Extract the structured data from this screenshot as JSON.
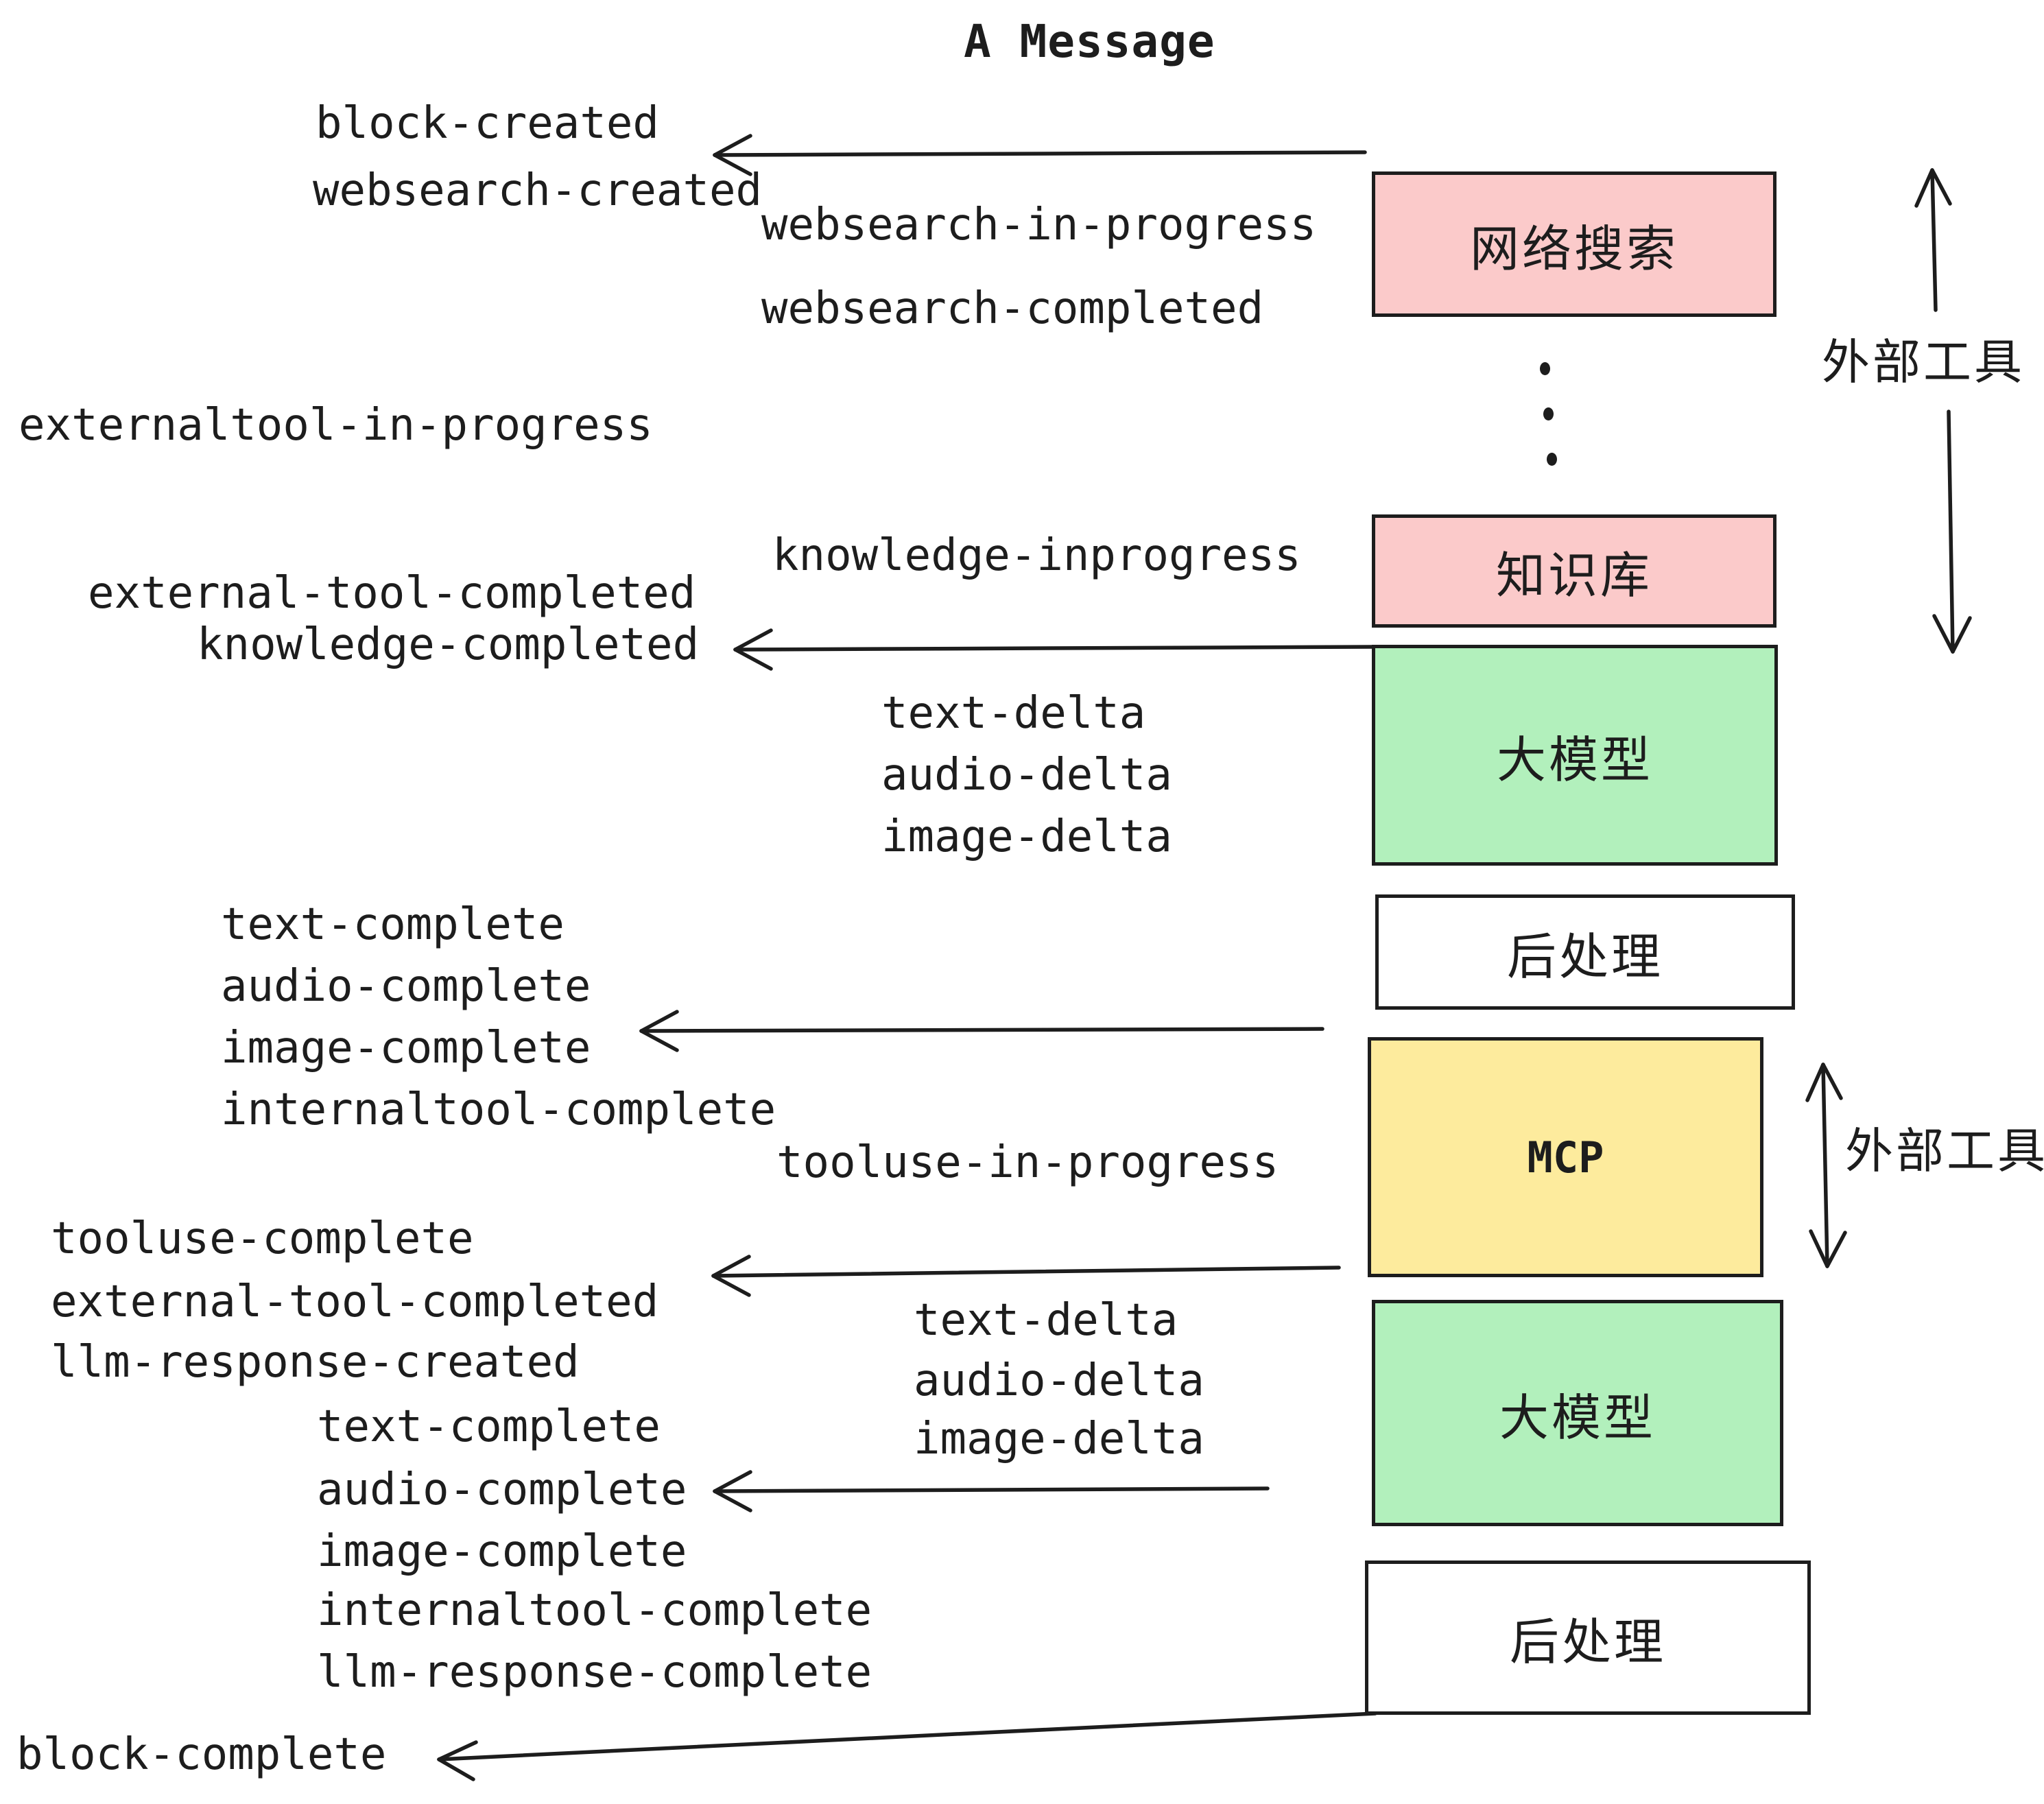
{
  "title": "A Message",
  "colors": {
    "ink": "#1d1d1d",
    "pink": "#fbcaca",
    "green": "#b2f0bc",
    "yellow": "#fdeb9d",
    "white": "#ffffff"
  },
  "pipeline": {
    "boxes": [
      {
        "label": "网络搜索",
        "color": "#fbcaca"
      },
      {
        "label": "知识库",
        "color": "#fbcaca"
      },
      {
        "label": "大模型",
        "color": "#b2f0bc"
      },
      {
        "label": "后处理",
        "color": "#ffffff"
      },
      {
        "label": "MCP",
        "color": "#fdeb9d"
      },
      {
        "label": "大模型",
        "color": "#b2f0bc"
      },
      {
        "label": "后处理",
        "color": "#ffffff"
      }
    ]
  },
  "annotations": {
    "external_tools_top": "外部工具",
    "external_tools_mid": "外部工具"
  },
  "events": {
    "block_created": "block-created",
    "websearch_created": "websearch-created",
    "websearch_in_progress": "websearch-in-progress",
    "websearch_completed": "websearch-completed",
    "externaltool_in_progress": "externaltool-in-progress",
    "knowledge_inprogress": "knowledge-inprogress",
    "external_tool_completed": "external-tool-completed",
    "knowledge_completed": "knowledge-completed",
    "text_delta_1": "text-delta",
    "audio_delta_1": "audio-delta",
    "image_delta_1": "image-delta",
    "text_complete_1": "text-complete",
    "audio_complete_1": "audio-complete",
    "image_complete_1": "image-complete",
    "internaltool_complete_1": "internaltool-complete",
    "tooluse_in_progress": "tooluse-in-progress",
    "tooluse_complete": "tooluse-complete",
    "external_tool_completed_2": "external-tool-completed",
    "llm_response_created": "llm-response-created",
    "text_delta_2": "text-delta",
    "audio_delta_2": "audio-delta",
    "image_delta_2": "image-delta",
    "text_complete_2": "text-complete",
    "audio_complete_2": "audio-complete",
    "image_complete_2": "image-complete",
    "internaltool_complete_2": "internaltool-complete",
    "llm_response_complete": "llm-response-complete",
    "block_complete": "block-complete"
  }
}
